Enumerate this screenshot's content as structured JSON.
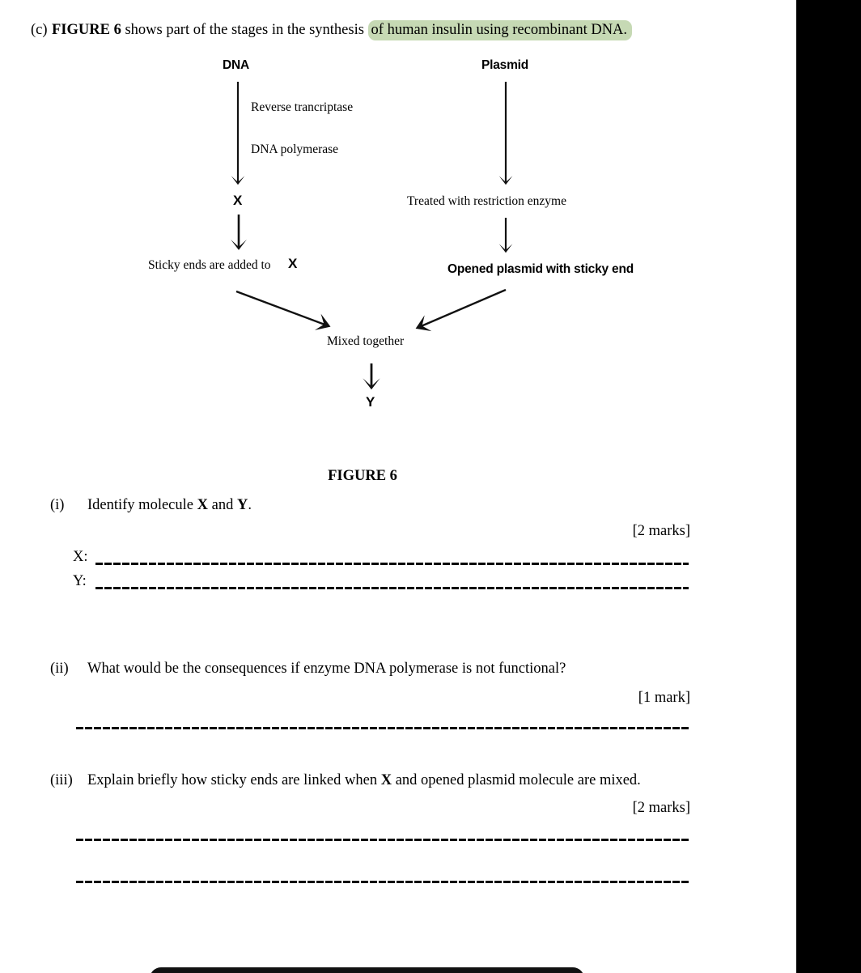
{
  "intro": {
    "part_marker": "(c)",
    "figure_ref": "FIGURE 6",
    "text_before_highlight": " shows part of the stages in the synthesis ",
    "highlighted_text": "of human insulin using recombinant DNA.",
    "highlight_color": "#c6d9b4"
  },
  "figure": {
    "caption": "FIGURE 6",
    "left_column": {
      "title": "DNA",
      "enzyme_1": "Reverse trancriptase",
      "enzyme_2": "DNA polymerase",
      "product_label": "X",
      "sticky_ends_text": "Sticky ends are added to",
      "sticky_ends_letter": "X"
    },
    "right_column": {
      "title": "Plasmid",
      "treatment": "Treated with restriction enzyme",
      "result": "Opened plasmid with sticky end"
    },
    "merge": {
      "label": "Mixed together",
      "product_label": "Y"
    }
  },
  "questions": [
    {
      "num": "(i)",
      "text_1": "Identify molecule ",
      "bold_1": "X",
      "text_2": " and ",
      "bold_2": "Y",
      "text_3": ".",
      "marks": "[2 marks]",
      "answer_fields": [
        {
          "label": "X:"
        },
        {
          "label": "Y:"
        }
      ]
    },
    {
      "num": "(ii)",
      "text_1": "What would be the consequences if enzyme DNA polymerase is not functional?",
      "marks": "[1 mark]",
      "answer_lines": 1
    },
    {
      "num": "(iii)",
      "text_1": "Explain briefly how sticky ends are linked when ",
      "bold_1": "X",
      "text_2": " and opened plasmid molecule are mixed.",
      "marks": "[2 marks]",
      "answer_lines": 2
    }
  ]
}
